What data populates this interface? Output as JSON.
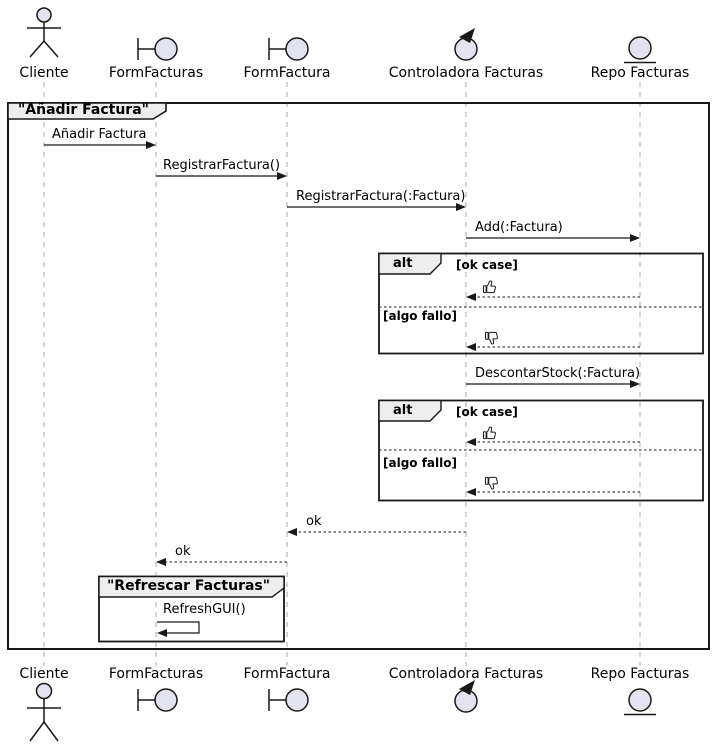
{
  "diagram": {
    "kind": "uml-sequence-diagram",
    "frame_title": "\"Añadir Factura\"",
    "group_title": "\"Refrescar Facturas\"",
    "participants": [
      {
        "name": "Cliente",
        "icon": "actor-icon"
      },
      {
        "name": "FormFacturas",
        "icon": "boundary-icon"
      },
      {
        "name": "FormFactura",
        "icon": "boundary-icon"
      },
      {
        "name": "Controladora Facturas",
        "icon": "control-icon"
      },
      {
        "name": "Repo Facturas",
        "icon": "entity-icon"
      }
    ],
    "messages": [
      {
        "label": "Añadir Factura",
        "from": "Cliente",
        "to": "FormFacturas",
        "line": "solid"
      },
      {
        "label": "RegistrarFactura()",
        "from": "FormFacturas",
        "to": "FormFactura",
        "line": "solid"
      },
      {
        "label": "RegistrarFactura(:Factura)",
        "from": "FormFactura",
        "to": "Controladora Facturas",
        "line": "solid"
      },
      {
        "label": "Add(:Factura)",
        "from": "Controladora Facturas",
        "to": "Repo Facturas",
        "line": "solid"
      },
      {
        "label": "DescontarStock(:Factura)",
        "from": "Controladora Facturas",
        "to": "Repo Facturas",
        "line": "solid"
      },
      {
        "label": "ok",
        "from": "Controladora Facturas",
        "to": "FormFactura",
        "line": "dashed"
      },
      {
        "label": "ok",
        "from": "FormFactura",
        "to": "FormFacturas",
        "line": "dashed"
      },
      {
        "label": "RefreshGUI()",
        "from": "FormFacturas",
        "to": "FormFacturas",
        "line": "solid-self"
      }
    ],
    "alt_blocks": [
      {
        "operator": "alt",
        "guard_ok": "[ok case]",
        "guard_fail": "[algo fallo]",
        "reply_ok_icon": "thumbs-up",
        "reply_fail_icon": "thumbs-down"
      },
      {
        "operator": "alt",
        "guard_ok": "[ok case]",
        "guard_fail": "[algo fallo]",
        "reply_ok_icon": "thumbs-up",
        "reply_fail_icon": "thumbs-down"
      }
    ],
    "colors": {
      "participant_fill": "#E2E2F0",
      "stroke": "#181818",
      "header_fill": "#EEEEEE",
      "lifeline": "#A8A8A8",
      "background": "#FFFFFF"
    }
  }
}
